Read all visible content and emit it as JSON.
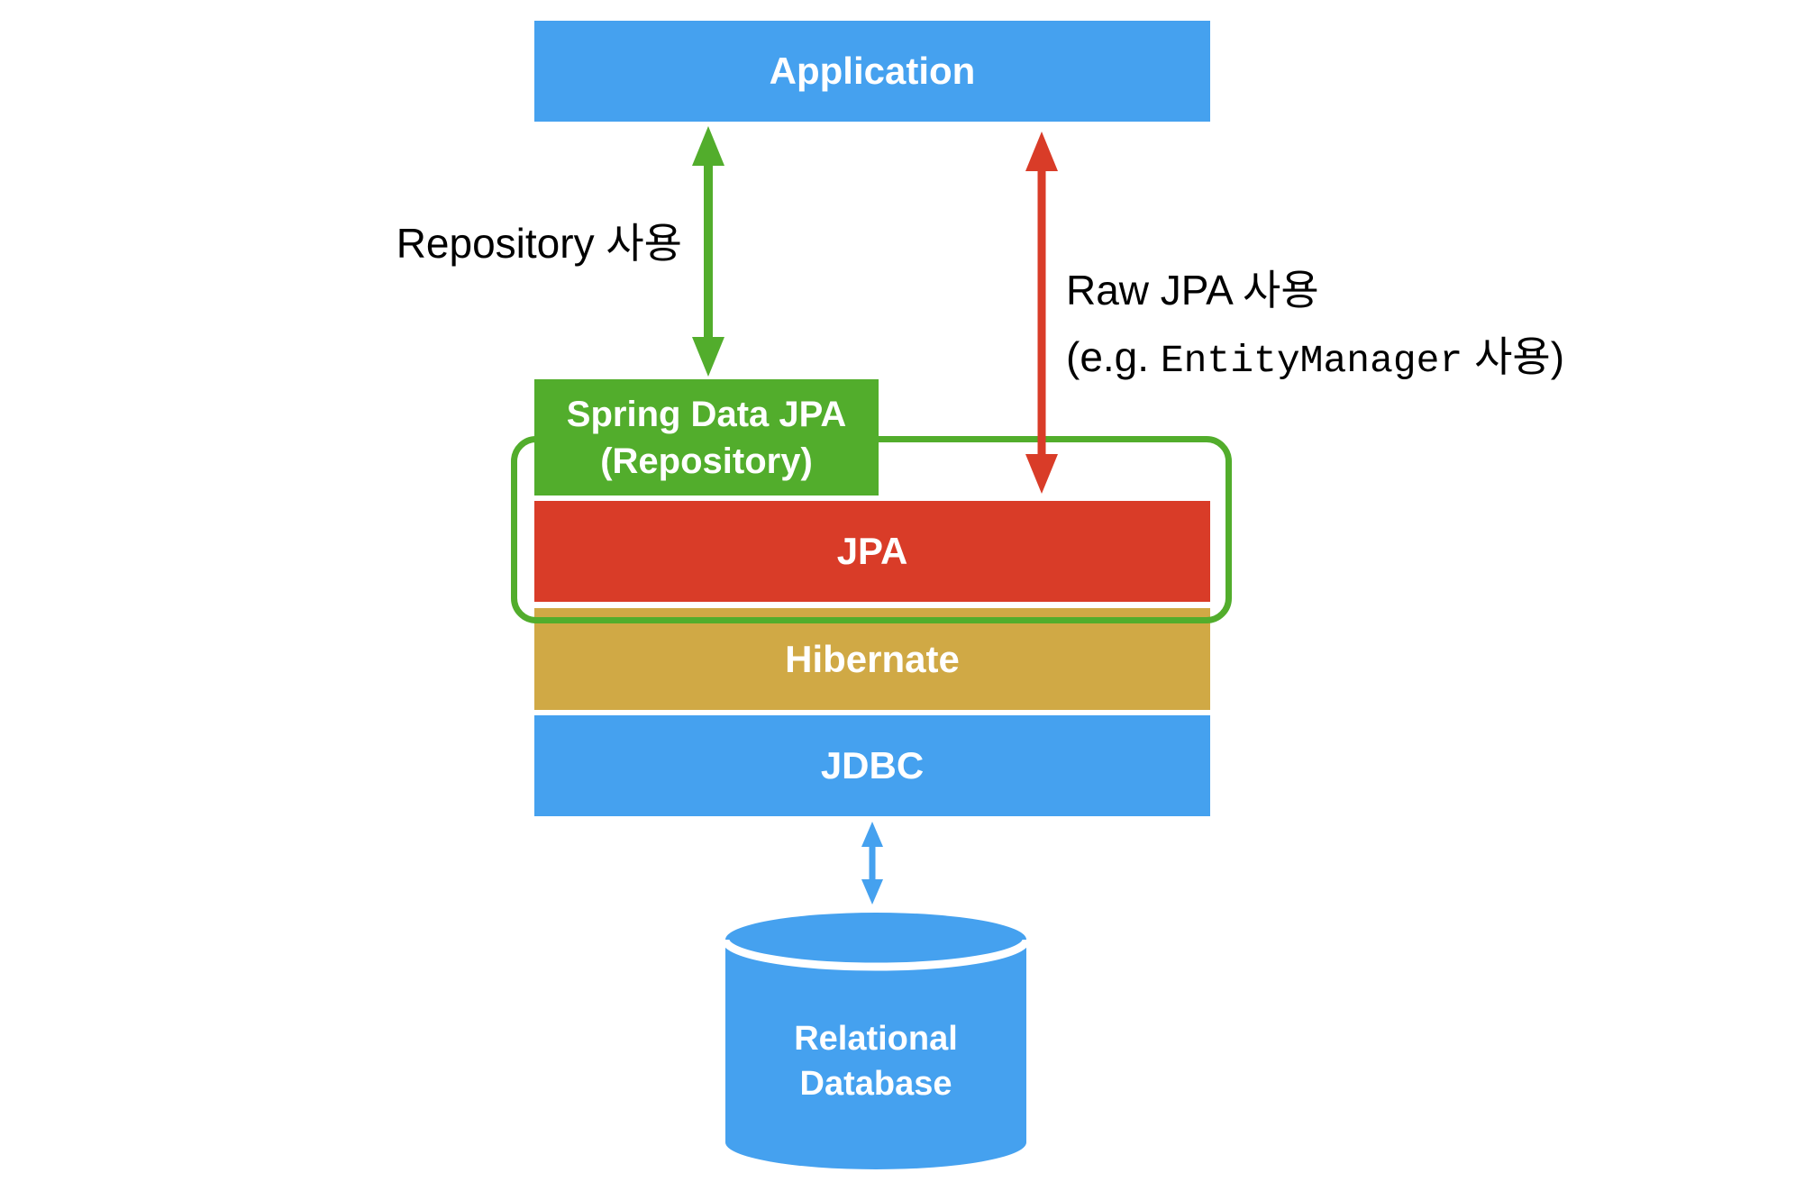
{
  "boxes": {
    "application": {
      "label": "Application"
    },
    "spring_data_jpa": {
      "line1": "Spring Data JPA",
      "line2": "(Repository)"
    },
    "jpa": {
      "label": "JPA"
    },
    "hibernate": {
      "label": "Hibernate"
    },
    "jdbc": {
      "label": "JDBC"
    },
    "database": {
      "line1": "Relational",
      "line2": "Database"
    }
  },
  "annotations": {
    "repository_arrow_label": "Repository 사용",
    "raw_jpa_label_line1": "Raw JPA 사용",
    "raw_jpa_label_line2_prefix": "(e.g. ",
    "raw_jpa_label_line2_code": "EntityManager",
    "raw_jpa_label_line2_suffix": " 사용)"
  },
  "colors": {
    "blue": "#45a1ef",
    "green": "#52ad2c",
    "red": "#d93c28",
    "gold": "#d0a945",
    "box_text": "#ffffff",
    "annotation_text": "#000000",
    "background": "#ffffff"
  }
}
